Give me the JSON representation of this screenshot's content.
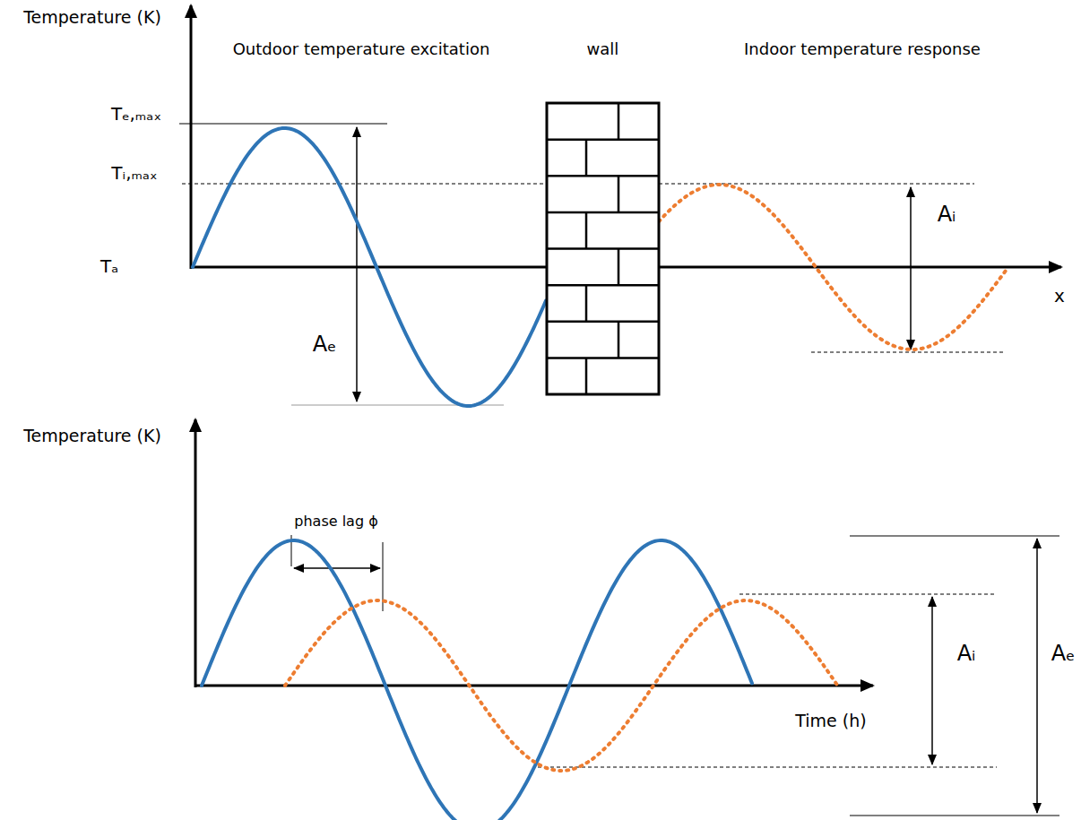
{
  "diagram": {
    "nodes": [
      {
        "text": [
          "wall"
        ]
      }
    ],
    "labels": [
      "Temperature (K)",
      "Outdoor temperature excitation",
      "Indoor temperature response",
      "Tₑ,ₘₐₓ",
      "Tᵢ,ₘₐₓ",
      "Tₐ",
      "Aₑ",
      "Aᵢ",
      "x",
      "Temperature (K)",
      "phase lag ϕ",
      "Time (h)",
      "Aᵢ",
      "Aₑ"
    ]
  }
}
